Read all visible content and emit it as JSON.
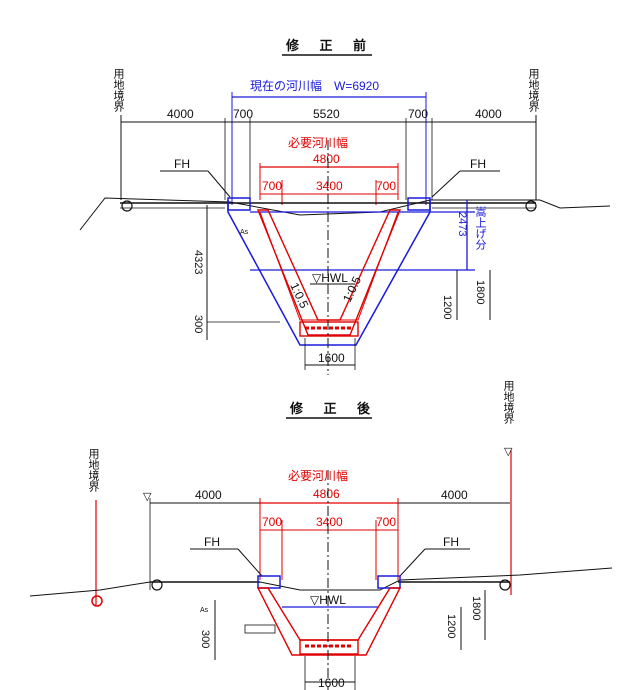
{
  "before": {
    "title": "修 正 前",
    "current_width_label": "現在の河川幅　W=6920",
    "boundary_left": "用地境界",
    "boundary_right": "用地境界",
    "dim_left": "4000",
    "dim_right": "4000",
    "dim_700_left": "700",
    "dim_700_right": "700",
    "dim_center": "5520",
    "required_width_label": "必要河川幅",
    "required_width_value": "4800",
    "red_700_left": "700",
    "red_center": "3400",
    "red_700_right": "700",
    "fh_left": "FH",
    "fh_right": "FH",
    "raise_dim": "2473",
    "raise_label": "嵩上げ分",
    "hwl": "▽HWL",
    "slope_left": "1:0.5",
    "slope_right": "1:0.5",
    "dim_4323": "4323",
    "dim_1800": "1800",
    "dim_1200": "1200",
    "dim_300": "300",
    "dim_bottom": "1600",
    "as_label": "As"
  },
  "after": {
    "title": "修 正 後",
    "boundary_left": "用地境界",
    "boundary_right": "用地境界",
    "required_width_label": "必要河川幅",
    "required_width_value": "4806",
    "dim_left": "4000",
    "dim_right": "4000",
    "red_700_left": "700",
    "red_center": "3400",
    "red_700_right": "700",
    "fh_left": "FH",
    "fh_right": "FH",
    "hwl": "▽HWL",
    "dim_1800": "1800",
    "dim_1200": "1200",
    "dim_300": "300",
    "dim_bottom": "1600",
    "as_label": "As"
  }
}
